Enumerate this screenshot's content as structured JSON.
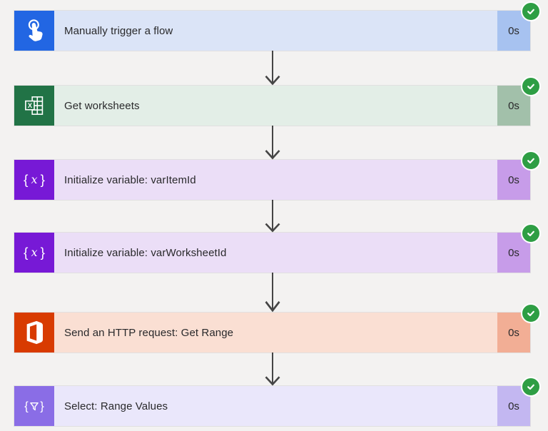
{
  "page": {
    "background": "#f3f2f1"
  },
  "flow": {
    "arrow_color": "#454545",
    "status_color": "#2e9e44",
    "steps": [
      {
        "name": "manual-trigger",
        "label": "Manually trigger a flow",
        "duration": "0s",
        "status": "succeeded",
        "icon": "manual-trigger-icon",
        "icon_bg": "#2266e3",
        "row_bg": "#dbe4f7",
        "duration_bg": "#a7c2f0"
      },
      {
        "name": "get-worksheets",
        "label": "Get worksheets",
        "duration": "0s",
        "status": "succeeded",
        "icon": "excel-icon",
        "icon_bg": "#217346",
        "row_bg": "#e3eee7",
        "duration_bg": "#a2c0aa"
      },
      {
        "name": "initialize-variable-varitemid",
        "label": "Initialize variable: varItemId",
        "duration": "0s",
        "status": "succeeded",
        "icon": "variable-icon",
        "icon_bg": "#7719d6",
        "row_bg": "#ebdef7",
        "duration_bg": "#c79ce9"
      },
      {
        "name": "initialize-variable-varworksheetid",
        "label": "Initialize variable: varWorksheetId",
        "duration": "0s",
        "status": "succeeded",
        "icon": "variable-icon",
        "icon_bg": "#7719d6",
        "row_bg": "#ebdef7",
        "duration_bg": "#c79ce9"
      },
      {
        "name": "send-http-request-get-range",
        "label": "Send an HTTP request: Get Range",
        "duration": "0s",
        "status": "succeeded",
        "icon": "office-icon",
        "icon_bg": "#d83b01",
        "row_bg": "#fadfd3",
        "duration_bg": "#f2ae95"
      },
      {
        "name": "select-range-values",
        "label": "Select: Range Values",
        "duration": "0s",
        "status": "succeeded",
        "icon": "select-icon",
        "icon_bg": "#8a6de6",
        "row_bg": "#eae7fb",
        "duration_bg": "#c3b7f1"
      }
    ]
  }
}
